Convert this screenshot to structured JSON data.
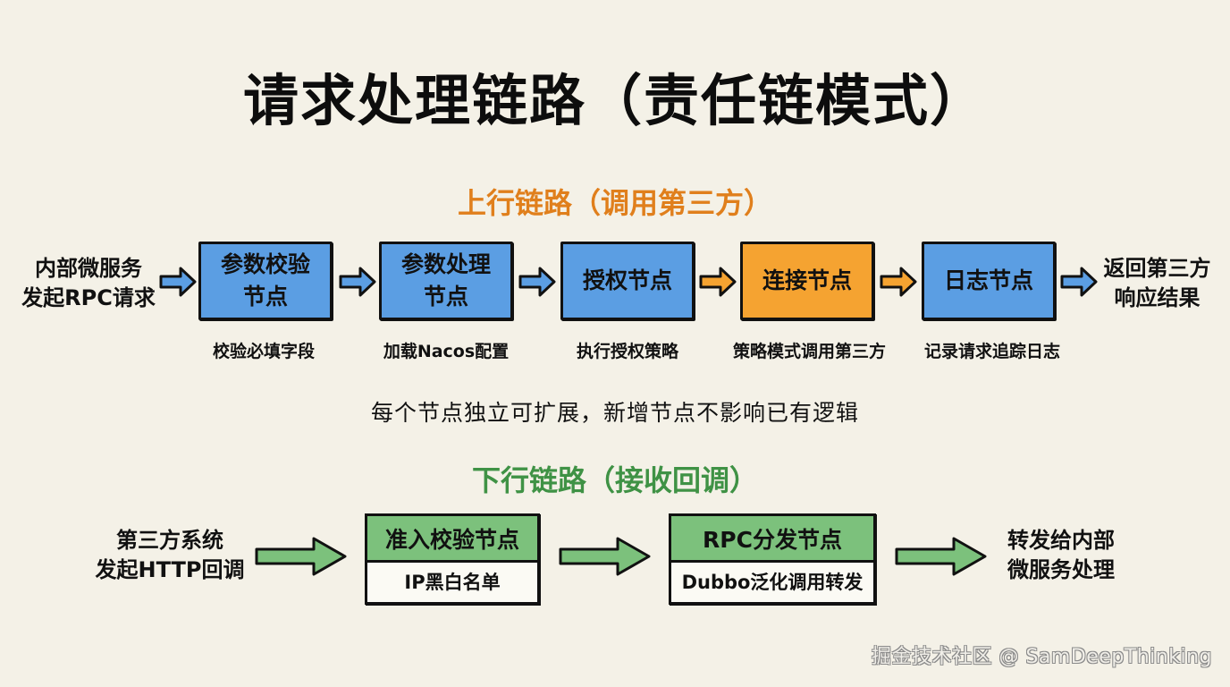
{
  "title": "请求处理链路（责任链模式）",
  "upstream": {
    "title": "上行链路（调用第三方）",
    "title_color": "#e07f1c",
    "source": [
      "内部微服务",
      "发起RPC请求"
    ],
    "target": [
      "返回第三方",
      "响应结果"
    ],
    "nodes": [
      {
        "label": [
          "参数校验",
          "节点"
        ],
        "caption": "校验必填字段",
        "color": "blue"
      },
      {
        "label": [
          "参数处理",
          "节点"
        ],
        "caption": "加载Nacos配置",
        "color": "blue"
      },
      {
        "label": [
          "授权节点"
        ],
        "caption": "执行授权策略",
        "color": "blue"
      },
      {
        "label": [
          "连接节点"
        ],
        "caption": "策略模式调用第三方",
        "color": "orange"
      },
      {
        "label": [
          "日志节点"
        ],
        "caption": "记录请求追踪日志",
        "color": "blue"
      }
    ],
    "arrow_colors": [
      "#5b9ee3",
      "#5b9ee3",
      "#5b9ee3",
      "#f5a331",
      "#f5a331",
      "#5b9ee3"
    ]
  },
  "note": "每个节点独立可扩展，新增节点不影响已有逻辑",
  "downstream": {
    "title": "下行链路（接收回调）",
    "title_color": "#3f9245",
    "source": [
      "第三方系统",
      "发起HTTP回调"
    ],
    "target": [
      "转发给内部",
      "微服务处理"
    ],
    "nodes": [
      {
        "label": "准入校验节点",
        "detail": "IP黑白名单"
      },
      {
        "label": "RPC分发节点",
        "detail": "Dubbo泛化调用转发"
      }
    ],
    "arrow_color": "#7cc17c"
  },
  "colors": {
    "blue_node": "#5b9ee3",
    "orange_node": "#f5a331",
    "green_node": "#7cc17c",
    "background": "#f4f1e7"
  },
  "watermark": "掘金技术社区 @ SamDeepThinking"
}
